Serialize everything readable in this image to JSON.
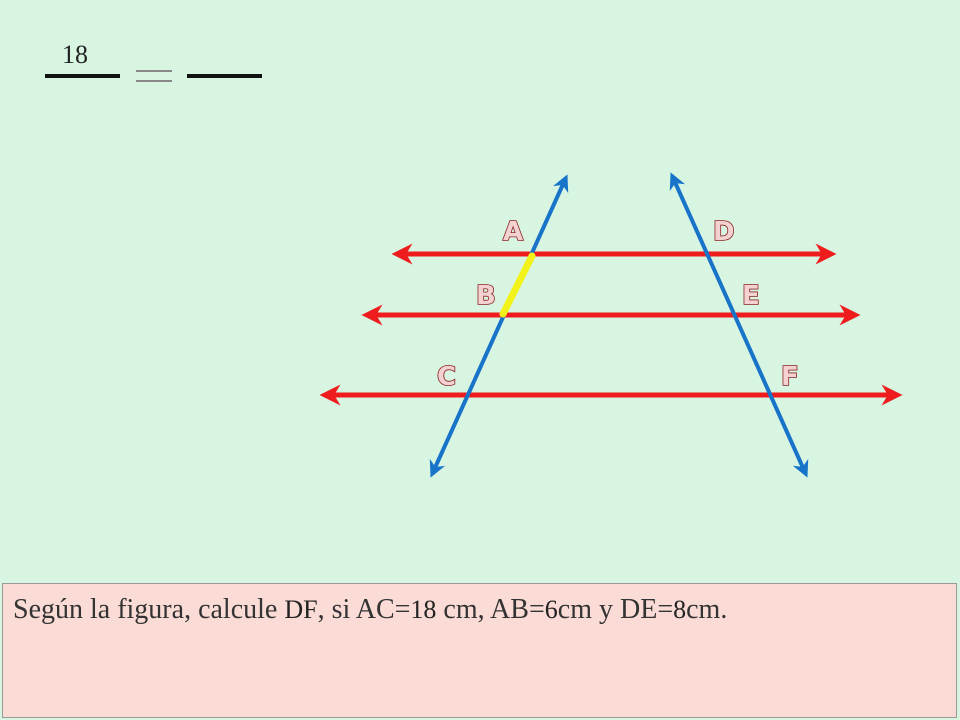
{
  "fraction": {
    "numerator": "18"
  },
  "diagram": {
    "points": [
      {
        "id": "A",
        "label": "A"
      },
      {
        "id": "B",
        "label": "B"
      },
      {
        "id": "C",
        "label": "C"
      },
      {
        "id": "D",
        "label": "D"
      },
      {
        "id": "E",
        "label": "E"
      },
      {
        "id": "F",
        "label": "F"
      }
    ],
    "colors": {
      "parallel_lines": "#ee1c1c",
      "transversals": "#1874c8",
      "highlight_segment": "#f2f21a"
    }
  },
  "problem": {
    "intro": "Según la figura, calcule ",
    "target": "DF",
    "given_start": ", si AC=",
    "ac_value": "18",
    "ab_prefix": " cm, AB=",
    "ab_value": "6",
    "de_prefix": "cm y DE=",
    "de_value": "8",
    "suffix": "cm."
  }
}
